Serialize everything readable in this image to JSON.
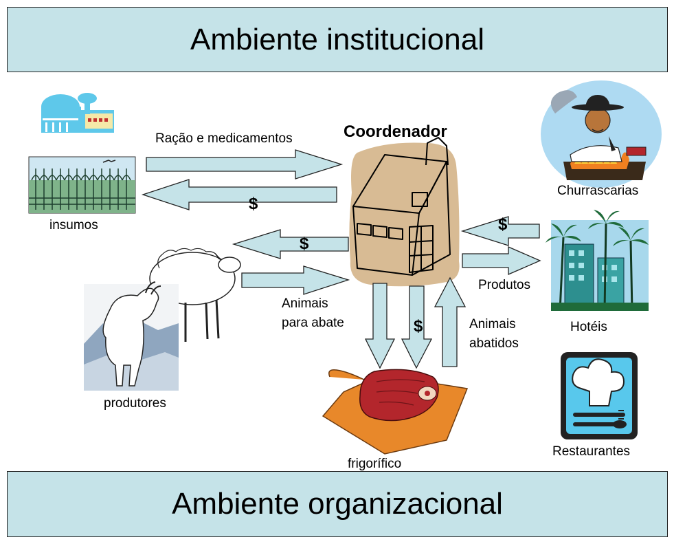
{
  "banners": {
    "top": "Ambiente institucional",
    "bottom": "Ambiente organizacional"
  },
  "center": {
    "title": "Coordenador"
  },
  "nodes": {
    "insumos": "insumos",
    "produtores": "produtores",
    "frigorifico": "frigorífico",
    "churrascarias": "Churrascarias",
    "hoteis": "Hotéis",
    "restaurantes": "Restaurantes"
  },
  "flows": {
    "racao": "Ração e medicamentos",
    "dollar": "$",
    "animais_abate_1": "Animais",
    "animais_abate_2": "para abate",
    "animais_abatidos_1": "Animais",
    "animais_abatidos_2": "abatidos",
    "produtos": "Produtos"
  },
  "colors": {
    "banner": "#c5e3e8",
    "arrow": "#c5e3e8",
    "barn": "#d8bb94"
  }
}
